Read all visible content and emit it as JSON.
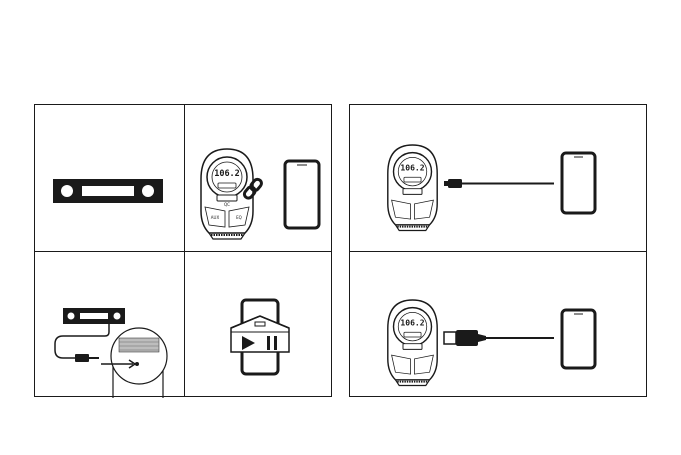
{
  "device": {
    "display_reading": "106.2",
    "button_label_left": "AUX",
    "button_label_right": "EQ",
    "port_label": "QC"
  },
  "colors": {
    "line": "#1a1a1a",
    "background": "#ffffff",
    "fill_light": "#ffffff",
    "fill_dark": "#1a1a1a"
  },
  "icons": {
    "step1": "car-stereo-icon",
    "step2": "link-chain-icon",
    "step3": "aux-cable-connection-icon",
    "step4": "play-pause-icon",
    "option_a": "aux-cable-icon",
    "option_b": "usb-cable-icon"
  }
}
